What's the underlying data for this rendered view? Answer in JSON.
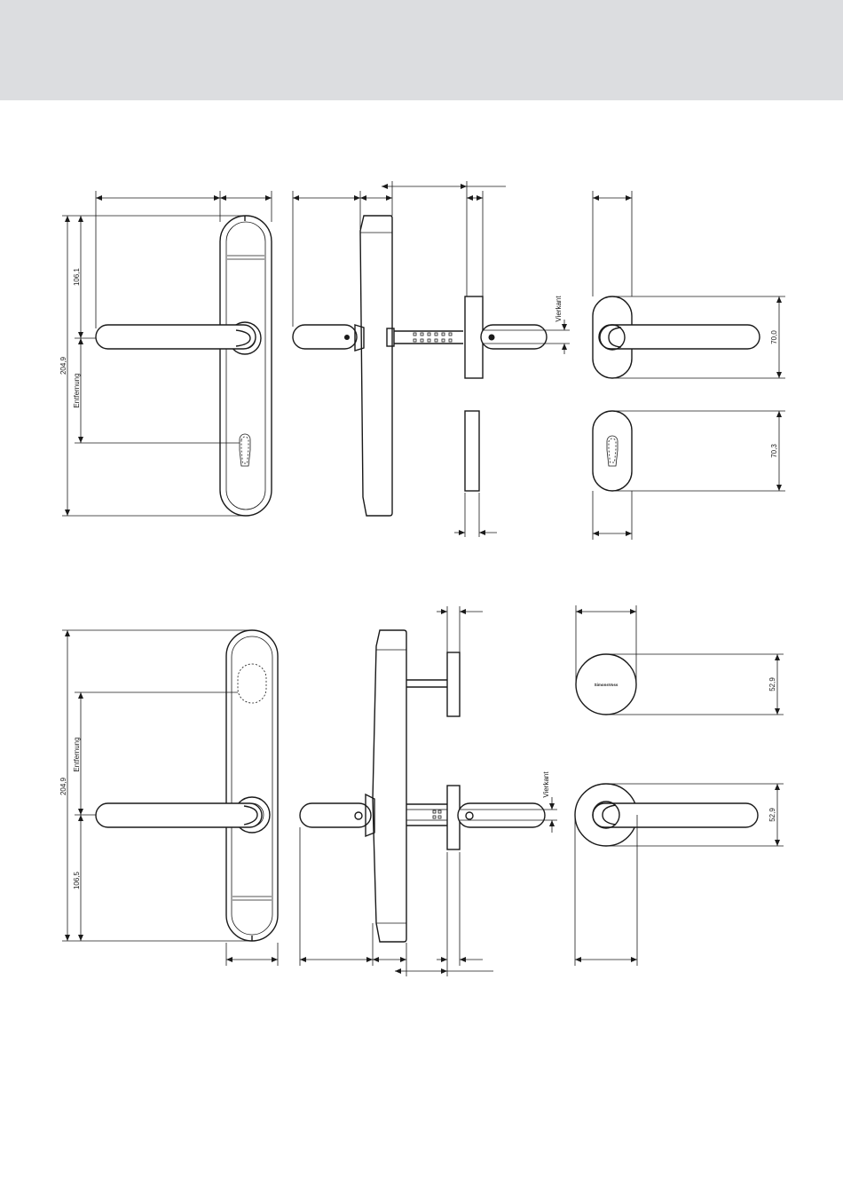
{
  "dimensions": {
    "top_total_height": "204,9",
    "top_upper": "106,1",
    "top_distance": "Entfernung",
    "top_square": "Vierkant",
    "top_rose_handle": "70,0",
    "top_rose_cylinder": "70,3",
    "bottom_total_height": "204,9",
    "bottom_distance": "Entfernung",
    "bottom_lower": "106,5",
    "bottom_square": "Vierkant",
    "bottom_rose_cylinder": "52,9",
    "bottom_rose_handle": "52,9"
  },
  "brand_logo_text": "SimonsVoss",
  "colors": {
    "header_band": "#dcdde0",
    "line": "#1a1a1a"
  }
}
